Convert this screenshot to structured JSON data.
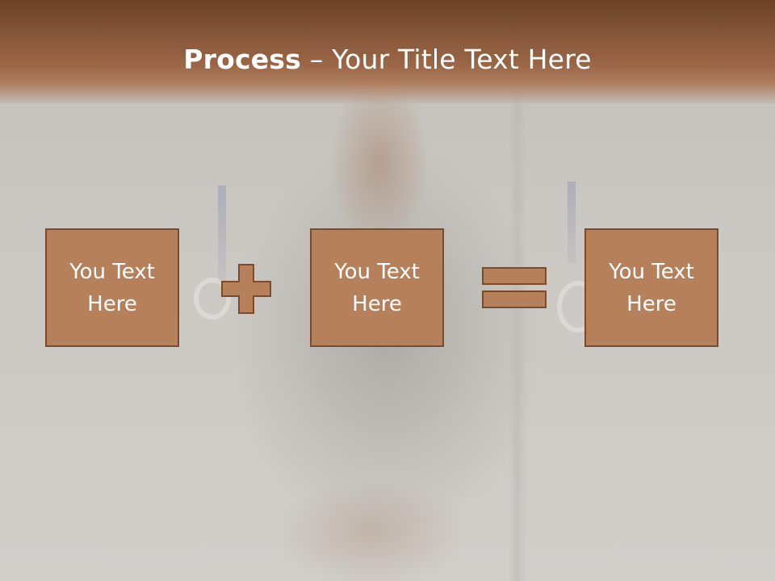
{
  "slide": {
    "title_strong": "Process",
    "title_dash": " – ",
    "title_rest": "Your Title Text Here"
  },
  "process": {
    "boxes": [
      {
        "text": "You Text Here"
      },
      {
        "text": "You Text Here"
      },
      {
        "text": "You Text Here"
      }
    ],
    "operators": [
      "plus-icon",
      "equals-icon"
    ]
  },
  "colors": {
    "header_band": "#87573a",
    "box_fill": "#b5805a",
    "box_border": "#7b4b2d",
    "text": "#ffffff"
  }
}
